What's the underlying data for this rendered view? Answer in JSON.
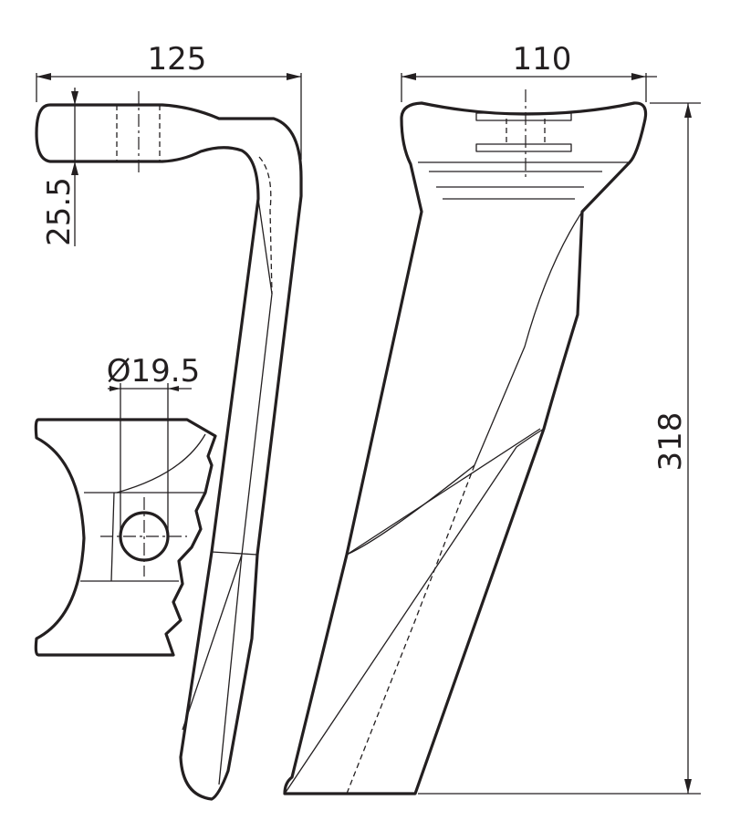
{
  "drawing": {
    "dimensions": {
      "side_width": "125",
      "mount_thickness": "25.5",
      "hole_diameter": "Ø19.5",
      "front_width": "110",
      "height": "318"
    }
  }
}
